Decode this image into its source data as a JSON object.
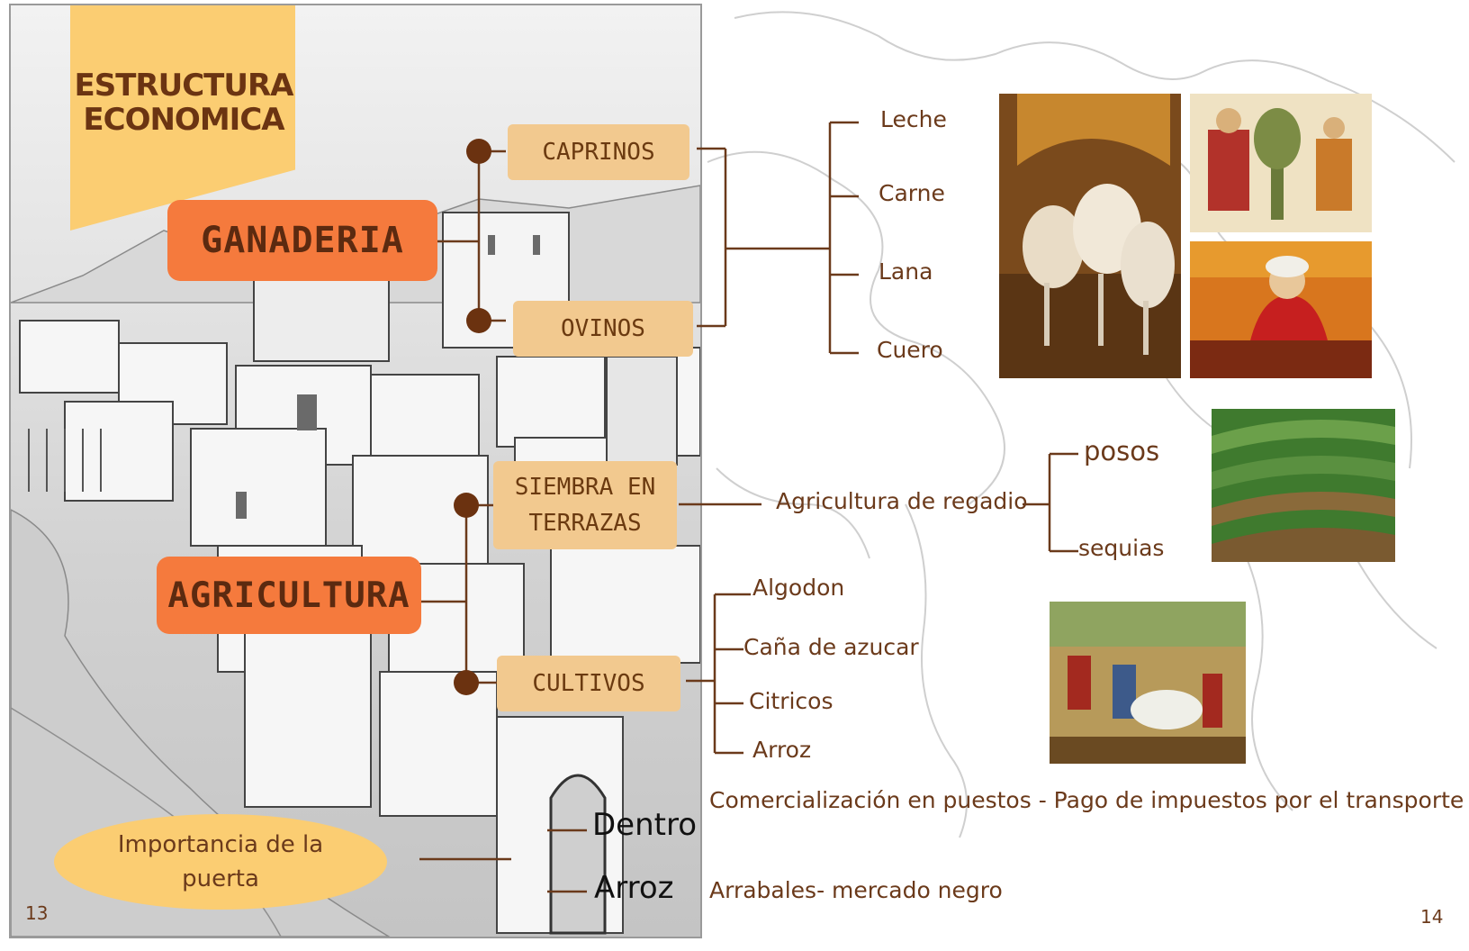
{
  "title": "ESTRUCTURA ECONOMICA",
  "ganaderia": {
    "label": "GANADERIA",
    "items": [
      "CAPRINOS",
      "OVINOS"
    ],
    "products": [
      "Leche",
      "Carne",
      "Lana",
      "Cuero"
    ]
  },
  "agricultura": {
    "label": "AGRICULTURA",
    "siembra": {
      "label": "SIEMBRA EN TERRAZAS",
      "line1": "SIEMBRA EN",
      "line2": "TERRAZAS"
    },
    "cultivos": {
      "label": "CULTIVOS",
      "items": [
        "Algodon",
        "Caña de azucar",
        "Citricos",
        "Arroz"
      ]
    },
    "regadio": {
      "label": "Agricultura de regadio",
      "items": [
        "posos",
        "sequias"
      ]
    }
  },
  "puerta": {
    "label": "Importancia de la puerta",
    "line1": "Importancia de la",
    "line2": "puerta",
    "items": [
      {
        "label": "Dentro",
        "detail": "Comercialización en puestos - Pago de impuestos por el transporte"
      },
      {
        "label": "Arroz",
        "detail": "Arrabales- mercado negro"
      }
    ]
  },
  "page_numbers": {
    "left": "13",
    "right": "14"
  },
  "colors": {
    "banner": "#fbcd72",
    "category": "#f57a3d",
    "subcategory": "#f2c98f",
    "connector": "#6b3a1b",
    "text": "#6b3a1b"
  }
}
